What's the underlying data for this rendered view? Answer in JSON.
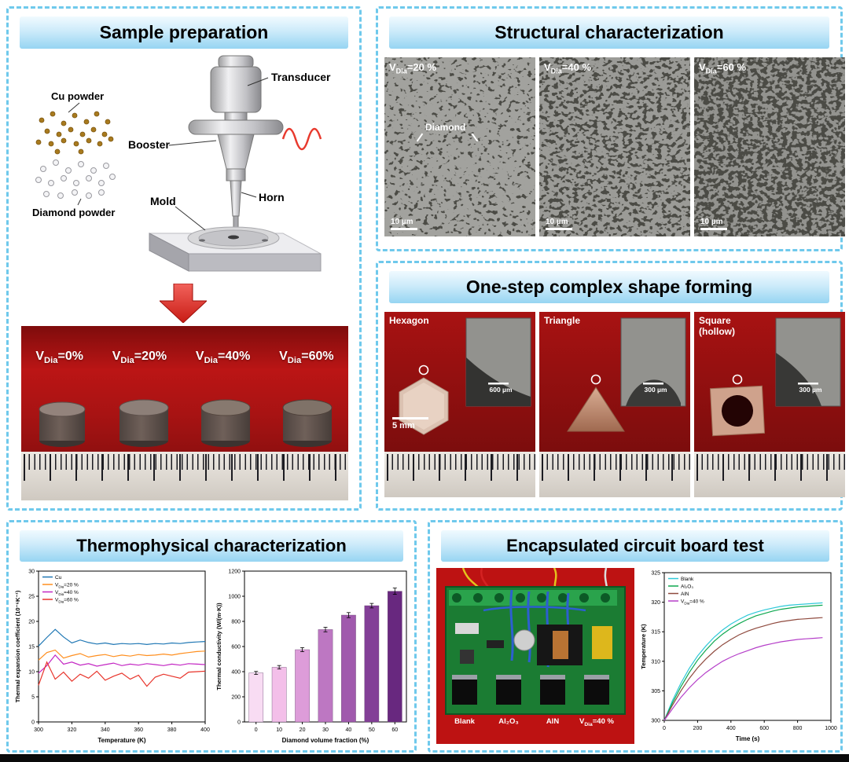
{
  "sample": {
    "title": "Sample preparation",
    "cu_powder": "Cu powder",
    "diamond_powder": "Diamond powder",
    "transducer": "Transducer",
    "booster": "Booster",
    "mold": "Mold",
    "horn": "Horn",
    "sample_labels": [
      "V{Dia}=0%",
      "V{Dia}=20%",
      "V{Dia}=40%",
      "V{Dia}=60%"
    ]
  },
  "structural": {
    "title": "Structural characterization",
    "images": [
      {
        "label": "V{Dia}=20 %",
        "scale": "10 µm",
        "annotation": "Diamond"
      },
      {
        "label": "V{Dia}=40 %",
        "scale": "10 µm"
      },
      {
        "label": "V{Dia}=60 %",
        "scale": "10 µm"
      }
    ]
  },
  "shapes": {
    "title": "One-step complex shape forming",
    "items": [
      {
        "label": "Hexagon",
        "inset_scale": "600 µm",
        "photo_scale": "5 mm"
      },
      {
        "label": "Triangle",
        "inset_scale": "300 µm"
      },
      {
        "label": "Square (hollow)",
        "inset_scale": "300 µm"
      }
    ]
  },
  "thermo": {
    "title": "Thermophysical characterization"
  },
  "board": {
    "title": "Encapsulated circuit board test",
    "labels": [
      "Blank",
      "Al₂O₃",
      "AlN",
      "V{Dia}=40 %"
    ]
  },
  "chart_data": [
    {
      "id": "thermal_expansion",
      "type": "line",
      "xlabel": "Temperature (K)",
      "ylabel": "Thermal expansion coefficient (10⁻⁶K⁻¹)",
      "xlim": [
        300,
        400
      ],
      "ylim": [
        0,
        30
      ],
      "xticks": [
        300,
        320,
        340,
        360,
        380,
        400
      ],
      "yticks": [
        0,
        5,
        10,
        15,
        20,
        25,
        30
      ],
      "legend": "top-left",
      "grid": false,
      "x": [
        300,
        305,
        310,
        315,
        320,
        325,
        330,
        335,
        340,
        345,
        350,
        355,
        360,
        365,
        370,
        375,
        380,
        385,
        390,
        395,
        400
      ],
      "series": [
        {
          "name": "Cu",
          "color": "#1f77b4",
          "values": [
            15.1,
            16.8,
            18.4,
            16.9,
            15.7,
            16.3,
            15.8,
            15.5,
            15.7,
            15.4,
            15.6,
            15.5,
            15.6,
            15.4,
            15.6,
            15.5,
            15.7,
            15.6,
            15.8,
            15.9,
            16.0
          ]
        },
        {
          "name": "V{Dia}=20 %",
          "color": "#ff8f1f",
          "values": [
            12.3,
            13.8,
            14.3,
            12.7,
            13.2,
            13.6,
            12.9,
            13.2,
            13.4,
            13.0,
            13.3,
            13.1,
            13.4,
            13.2,
            13.3,
            13.5,
            13.3,
            13.6,
            13.8,
            14.0,
            14.1
          ]
        },
        {
          "name": "V{Dia}=40 %",
          "color": "#c326c3",
          "values": [
            9.7,
            11.2,
            13.3,
            11.5,
            11.9,
            11.3,
            11.6,
            11.1,
            11.4,
            11.7,
            11.2,
            11.5,
            11.3,
            11.6,
            11.4,
            11.2,
            11.5,
            11.3,
            11.6,
            11.5,
            11.4
          ]
        },
        {
          "name": "V{Dia}=60 %",
          "color": "#e8332a",
          "values": [
            7.3,
            11.9,
            8.5,
            9.9,
            8.1,
            9.5,
            8.7,
            10.1,
            8.3,
            9.1,
            9.7,
            8.5,
            9.3,
            7.1,
            8.9,
            9.5,
            9.1,
            8.7,
            9.9,
            10.0,
            10.1
          ]
        }
      ]
    },
    {
      "id": "thermal_conductivity",
      "type": "bar",
      "xlabel": "Diamond volume fraction (%)",
      "ylabel": "Thermal conductivity (W/(m·K))",
      "categories": [
        "0",
        "10",
        "20",
        "30",
        "40",
        "50",
        "60"
      ],
      "values": [
        390,
        435,
        575,
        735,
        850,
        925,
        1040
      ],
      "errors": [
        12,
        14,
        16,
        18,
        20,
        18,
        25
      ],
      "ylim": [
        0,
        1200
      ],
      "yticks": [
        0,
        200,
        400,
        600,
        800,
        1000,
        1200
      ],
      "grid": false,
      "colors": [
        "#f8dcf3",
        "#f3bfe9",
        "#dd9cd9",
        "#bd77c2",
        "#a059ad",
        "#833f97",
        "#68287f"
      ]
    },
    {
      "id": "heating_curves",
      "type": "line",
      "xlabel": "Time (s)",
      "ylabel": "Temperature (K)",
      "xlim": [
        0,
        1000
      ],
      "ylim": [
        300,
        325
      ],
      "xticks": [
        0,
        200,
        400,
        600,
        800,
        1000
      ],
      "yticks": [
        300,
        305,
        310,
        315,
        320,
        325
      ],
      "legend": "top-left",
      "grid": false,
      "x": [
        0,
        50,
        100,
        150,
        200,
        250,
        300,
        350,
        400,
        450,
        500,
        550,
        600,
        650,
        700,
        750,
        800,
        850,
        900,
        950
      ],
      "series": [
        {
          "name": "Blank",
          "color": "#2ec9d8",
          "values": [
            300.0,
            303.4,
            306.3,
            308.8,
            310.9,
            312.6,
            314.1,
            315.3,
            316.3,
            317.1,
            317.8,
            318.3,
            318.7,
            319.0,
            319.3,
            319.5,
            319.6,
            319.7,
            319.8,
            319.9
          ]
        },
        {
          "name": "Al₂O₃",
          "color": "#0ea84f",
          "values": [
            300.0,
            303.0,
            305.7,
            308.1,
            310.2,
            311.9,
            313.4,
            314.6,
            315.6,
            316.4,
            317.1,
            317.7,
            318.1,
            318.5,
            318.8,
            319.0,
            319.2,
            319.3,
            319.4,
            319.5
          ]
        },
        {
          "name": "AlN",
          "color": "#8f4a3e",
          "values": [
            300.0,
            302.6,
            305.0,
            307.1,
            308.9,
            310.4,
            311.7,
            312.8,
            313.7,
            314.5,
            315.1,
            315.6,
            316.0,
            316.4,
            316.7,
            316.9,
            317.1,
            317.2,
            317.3,
            317.4
          ]
        },
        {
          "name": "V{Dia}=40 %",
          "color": "#b53fc9",
          "values": [
            300.0,
            302.0,
            303.9,
            305.5,
            306.9,
            308.1,
            309.1,
            310.0,
            310.7,
            311.3,
            311.8,
            312.3,
            312.7,
            313.0,
            313.3,
            313.5,
            313.7,
            313.8,
            313.9,
            314.0
          ]
        }
      ]
    }
  ]
}
